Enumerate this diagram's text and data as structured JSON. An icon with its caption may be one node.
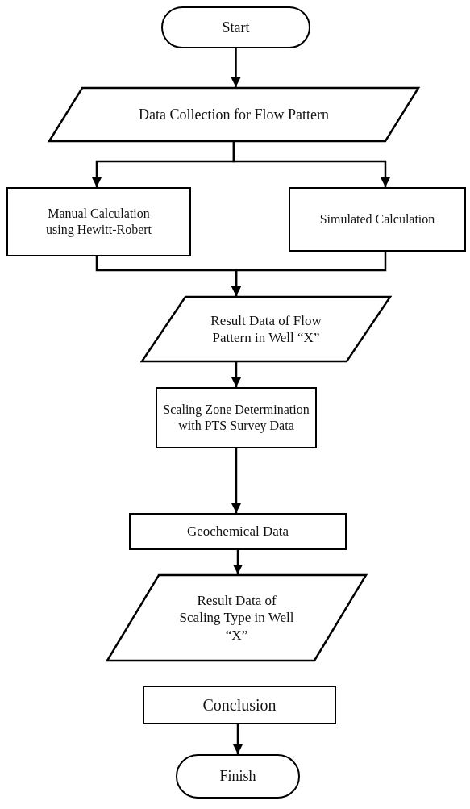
{
  "diagram": {
    "nodes": [
      {
        "text": [
          "Start"
        ]
      },
      {
        "text": [
          "Data Collection for Flow Pattern"
        ]
      },
      {
        "text": [
          "Manual Calculation using Hewitt-Robert"
        ]
      },
      {
        "text": [
          "Simulated Calculation"
        ]
      },
      {
        "text": [
          "Result Data of Flow Pattern in Well “X”"
        ]
      },
      {
        "text": [
          "Scaling Zone Determination with PTS Survey Data"
        ]
      },
      {
        "text": [
          "Geochemical Data"
        ]
      },
      {
        "text": [
          "Result Data of Scaling Type in Well “X”"
        ]
      },
      {
        "text": [
          "Conclusion"
        ]
      },
      {
        "text": [
          "Finish"
        ]
      }
    ],
    "edges": [
      {
        "from": 0,
        "to": 1,
        "arrow": "to"
      },
      {
        "from": 1,
        "to": 2,
        "arrow": "to"
      },
      {
        "from": 1,
        "to": 3,
        "arrow": "to"
      },
      {
        "from": 2,
        "to": 4,
        "arrow": "to"
      },
      {
        "from": 3,
        "to": 4,
        "arrow": "to"
      },
      {
        "from": 4,
        "to": 5,
        "arrow": "to"
      },
      {
        "from": 5,
        "to": 6,
        "arrow": "to"
      },
      {
        "from": 6,
        "to": 7,
        "arrow": "to"
      },
      {
        "from": 8,
        "to": 9,
        "arrow": "to"
      }
    ]
  }
}
